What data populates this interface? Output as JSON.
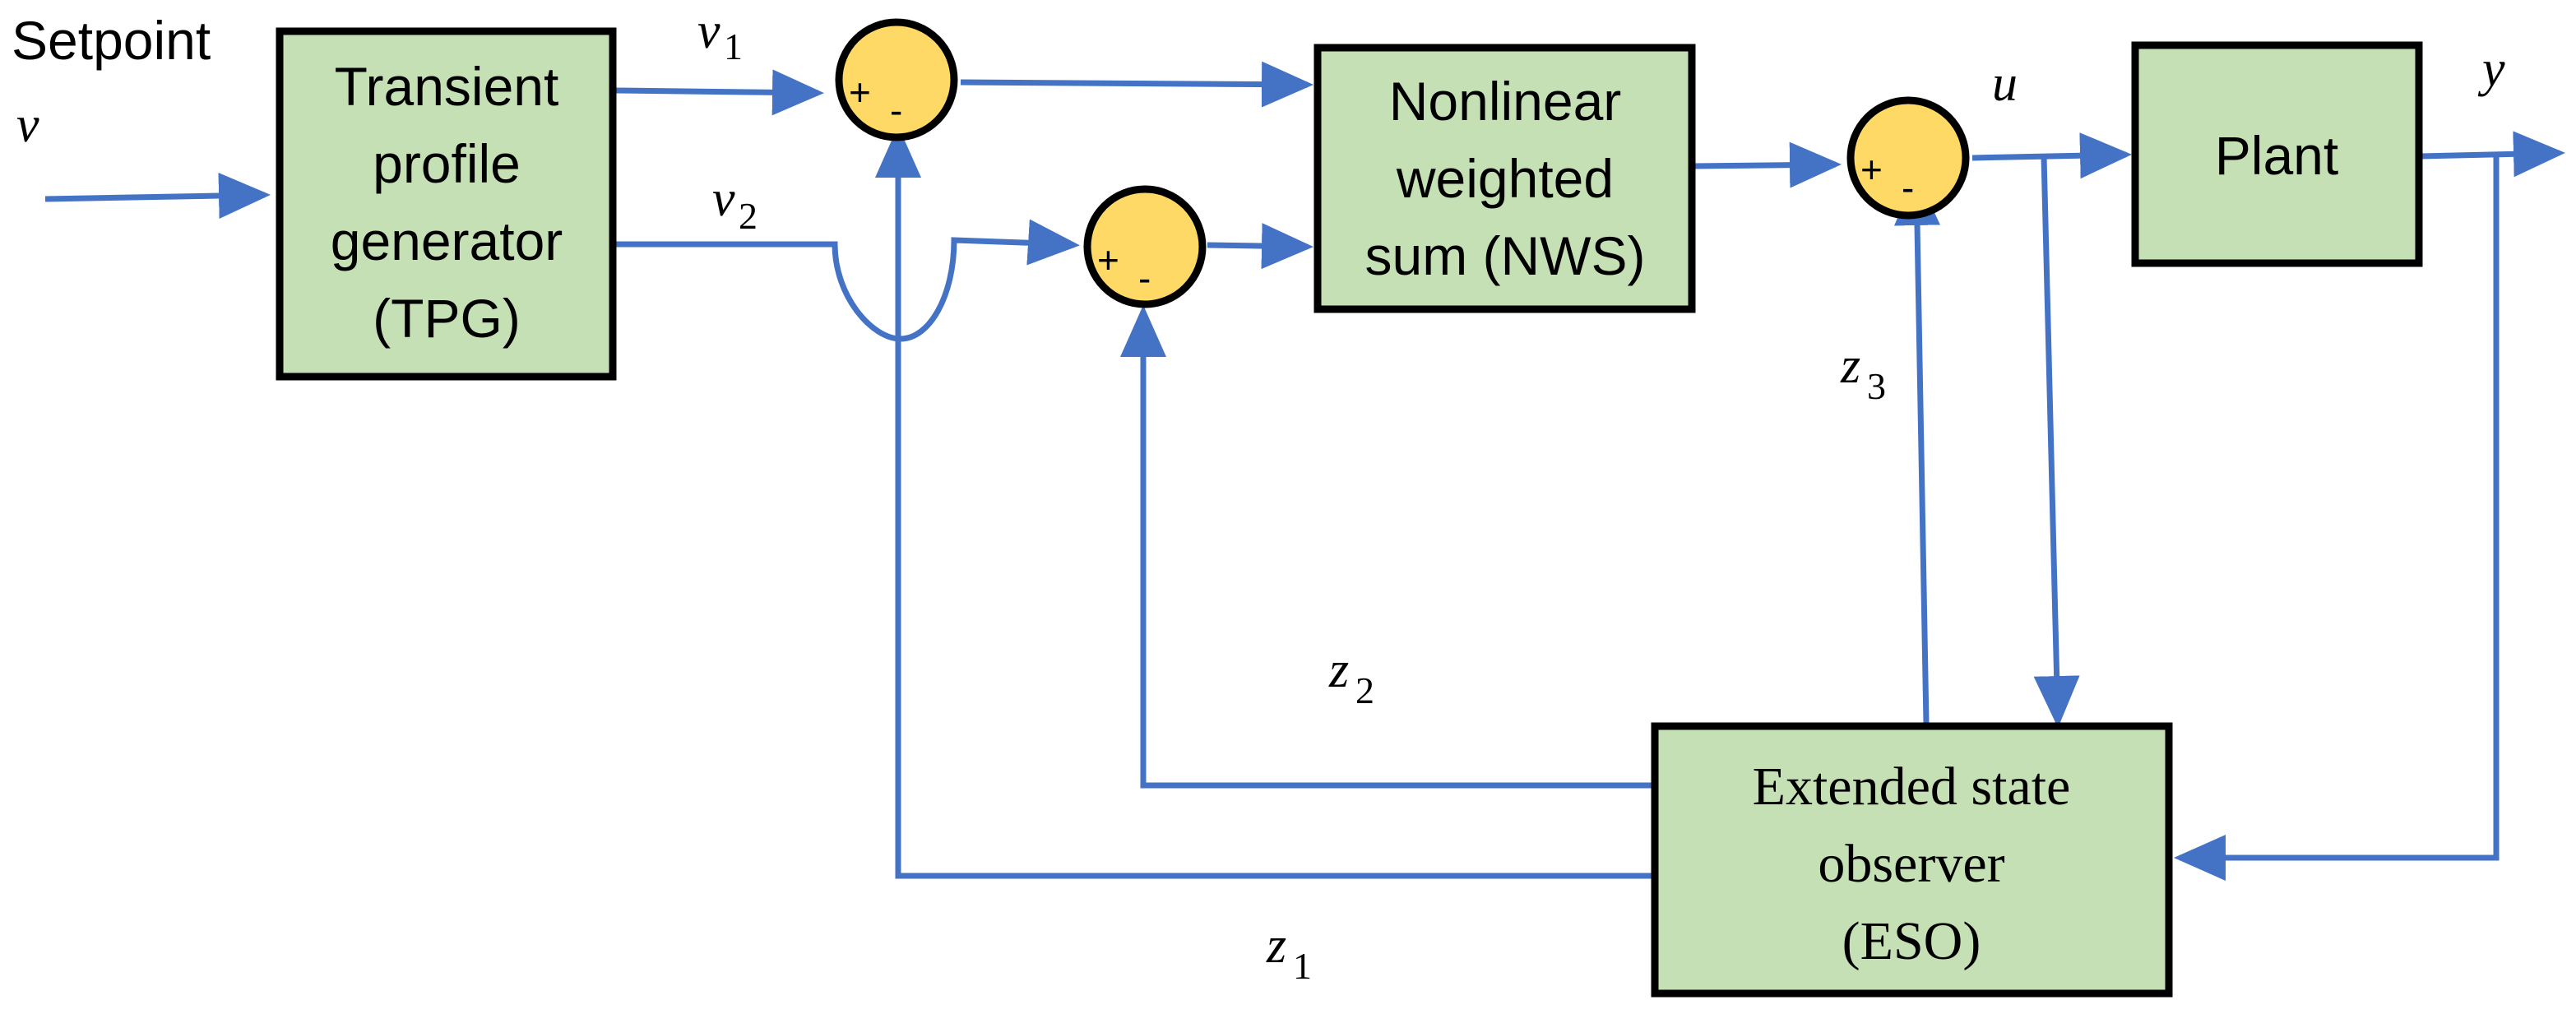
{
  "input": {
    "label": "Setpoint",
    "symbol": "v"
  },
  "blocks": {
    "tpg": {
      "lines": [
        "Transient",
        "profile",
        "generator",
        "(TPG)"
      ]
    },
    "nws": {
      "lines": [
        "Nonlinear",
        "weighted",
        "sum (NWS)"
      ]
    },
    "plant": {
      "lines": [
        "Plant"
      ]
    },
    "eso": {
      "lines": [
        "Extended state",
        "observer",
        "(ESO)"
      ]
    }
  },
  "summing_junctions": [
    {
      "plus": "+",
      "minus": "-"
    },
    {
      "plus": "+",
      "minus": "-"
    },
    {
      "plus": "+",
      "minus": "-"
    }
  ],
  "signals": {
    "v1": {
      "symbol": "v",
      "subscript": "1"
    },
    "v2": {
      "symbol": "v",
      "subscript": "2"
    },
    "u": {
      "symbol": "u"
    },
    "y": {
      "symbol": "y"
    },
    "z1": {
      "symbol": "z",
      "subscript": "1"
    },
    "z2": {
      "symbol": "z",
      "subscript": "2"
    },
    "z3": {
      "symbol": "z",
      "subscript": "3"
    }
  },
  "colors": {
    "block_fill": "#c5e0b4",
    "junction_fill": "#ffd966",
    "wire": "#4472c4",
    "outline": "#000000"
  }
}
